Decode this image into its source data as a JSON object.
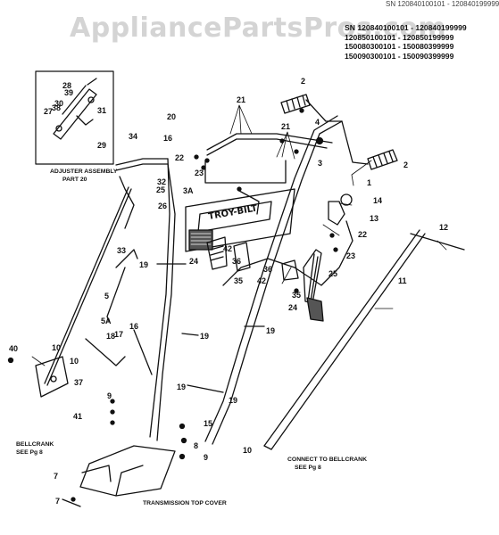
{
  "watermark": "AppliancePartsPros.com",
  "top_fragment": "SN 120840100101 - 120840199999",
  "serial_ranges": [
    "SN 120840100101 - 120840199999",
    "120850100101 - 120850199999",
    "150080300101 - 150080399999",
    "150090300101 - 150090399999"
  ],
  "inset_caption": [
    "ADJUSTER ASSEMBLY",
    "PART 20"
  ],
  "brand_logo": "TROY-BILT",
  "callouts": {
    "bellcrank_left": [
      "BELLCRANK",
      "SEE Pg 8"
    ],
    "bellcrank_right": [
      "CONNECT TO BELLCRANK",
      "SEE Pg 8"
    ],
    "transmission": "TRANSMISSION TOP COVER"
  },
  "part_numbers": {
    "p1": "1",
    "p2a": "2",
    "p2b": "2",
    "p3": "3",
    "p3a": "3A",
    "p4": "4",
    "p5": "5",
    "p5a": "5A",
    "p7a": "7",
    "p7b": "7",
    "p8": "8",
    "p9a": "9",
    "p9b": "9",
    "p10a": "10",
    "p10b": "10",
    "p10c": "10",
    "p11": "11",
    "p12": "12",
    "p13": "13",
    "p14": "14",
    "p15": "15",
    "p16a": "16",
    "p16b": "16",
    "p17": "17",
    "p18": "18",
    "p19a": "19",
    "p19b": "19",
    "p19c": "19",
    "p19d": "19",
    "p19e": "19",
    "p20": "20",
    "p21a": "21",
    "p21b": "21",
    "p22a": "22",
    "p22b": "22",
    "p23a": "23",
    "p23b": "23",
    "p24a": "24",
    "p24b": "24",
    "p25a": "25",
    "p25b": "25",
    "p26": "26",
    "p27": "27",
    "p28": "28",
    "p29": "29",
    "p30": "30",
    "p31": "31",
    "p32": "32",
    "p33": "33",
    "p34": "34",
    "p35a": "35",
    "p35b": "35",
    "p36a": "36",
    "p36b": "36",
    "p37": "37",
    "p38": "38",
    "p39": "39",
    "p40": "40",
    "p41": "41",
    "p42a": "42",
    "p42b": "42"
  }
}
